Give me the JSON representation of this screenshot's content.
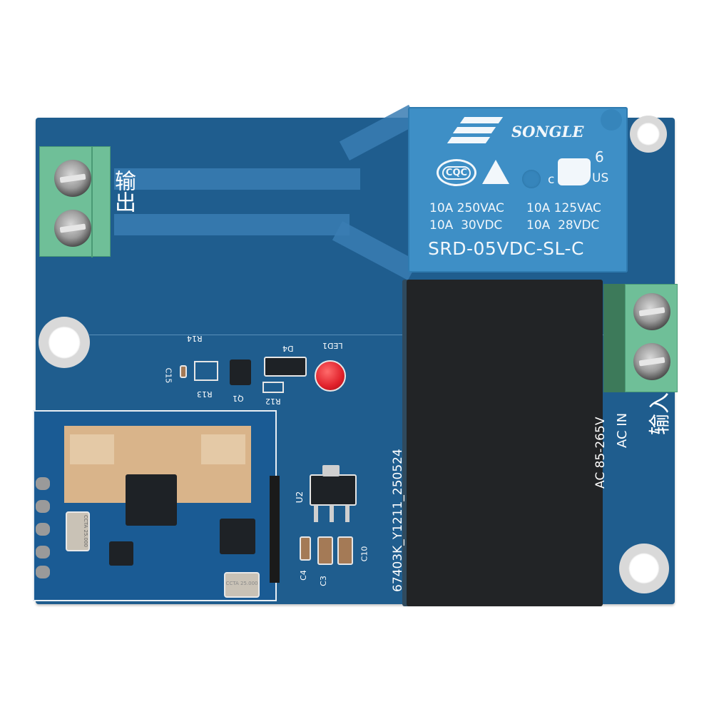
{
  "product": {
    "type": "relay-module-pcb",
    "colors": {
      "pcb": "#1f5d8e",
      "relay": "#3e8fc6",
      "terminal": "#6fbf98",
      "psu": "#222426",
      "antenna": "#d9b48a",
      "led": "#e0202a"
    }
  },
  "output_terminal": {
    "label": "输出"
  },
  "input_terminal": {
    "label": "输入",
    "sub_label": "AC IN",
    "voltage_label": "AC 85-265V"
  },
  "relay": {
    "brand": "SONGLE",
    "cert_cqc": "CQC",
    "cert_ul_c": "c",
    "cert_ul_us": "US",
    "cert_ul_num": "6",
    "rating_line_1a": "10A 250VAC",
    "rating_line_1b": "10A 125VAC",
    "rating_line_2a": "10A  30VDC",
    "rating_line_2b": "10A  28VDC",
    "model": "SRD-05VDC-SL-C"
  },
  "psu_module": {
    "board_code": "67403K_Y1211_250524"
  },
  "silkscreen": {
    "r14": "R14",
    "d4": "D4",
    "led1": "LED1",
    "c15": "C15",
    "r13": "R13",
    "q1": "Q1",
    "r12": "R12",
    "u2": "U2",
    "c4": "C4",
    "c3": "C3",
    "c10": "C10"
  },
  "wifi_module": {
    "crystal_1": "CCTA 25.000",
    "crystal_2": "CCTA 25.000"
  }
}
